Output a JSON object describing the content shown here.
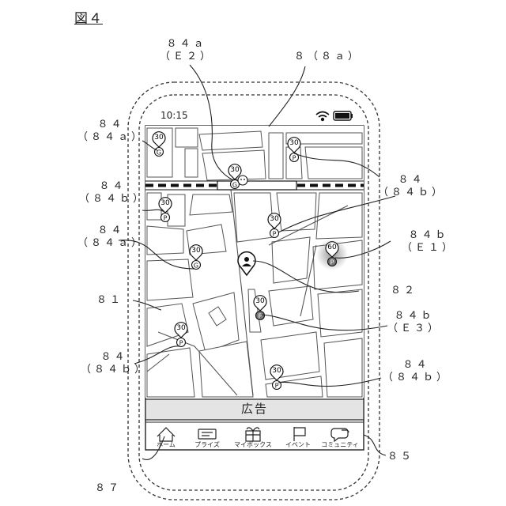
{
  "figure_title": "図４",
  "status_bar": {
    "time": "10:15"
  },
  "ad_banner": {
    "label": "広告"
  },
  "tab_bar": {
    "items": [
      {
        "label": "ホーム",
        "icon": "home-icon"
      },
      {
        "label": "プライズ",
        "icon": "ticket-icon"
      },
      {
        "label": "マイボックス",
        "icon": "gift-icon"
      },
      {
        "label": "イベント",
        "icon": "flag-icon"
      },
      {
        "label": "コミュニティ",
        "icon": "chat-icon"
      }
    ]
  },
  "markers": [
    {
      "number": "30",
      "letter": "G"
    },
    {
      "number": "30",
      "letter": "P"
    },
    {
      "number": "30",
      "letter": "G"
    },
    {
      "number": "30",
      "letter": "P"
    },
    {
      "number": "30",
      "letter": "P"
    },
    {
      "number": "30",
      "letter": "G"
    },
    {
      "number": "60",
      "letter": "P"
    },
    {
      "number": "30",
      "letter": "P"
    },
    {
      "number": "30",
      "letter": "P"
    },
    {
      "number": "30",
      "letter": "P"
    }
  ],
  "callouts": {
    "c84a_e2": {
      "line1": "８４ａ",
      "line2": "（Ｅ２）"
    },
    "c8": {
      "line1": "８（８ａ）"
    },
    "c84_84a_top": {
      "line1": "８４",
      "line2": "（８４ａ）"
    },
    "c84_84b_right_top": {
      "line1": "８４",
      "line2": "（８４ｂ）"
    },
    "c84_84b_left": {
      "line1": "８４",
      "line2": "（８４ｂ）"
    },
    "c84b_e1": {
      "line1": "８４ｂ",
      "line2": "（Ｅ１）"
    },
    "c84_84a_mid": {
      "line1": "８４",
      "line2": "（８４ａ）"
    },
    "c82": {
      "line1": "８２"
    },
    "c81": {
      "line1": "８１"
    },
    "c84b_e3": {
      "line1": "８４ｂ",
      "line2": "（Ｅ３）"
    },
    "c84_84b_left_low": {
      "line1": "８４",
      "line2": "（８４ｂ）"
    },
    "c84_84b_right_low": {
      "line1": "８４",
      "line2": "（８４ｂ）"
    },
    "c85": {
      "line1": "８５"
    },
    "c87": {
      "line1": "８７"
    }
  }
}
